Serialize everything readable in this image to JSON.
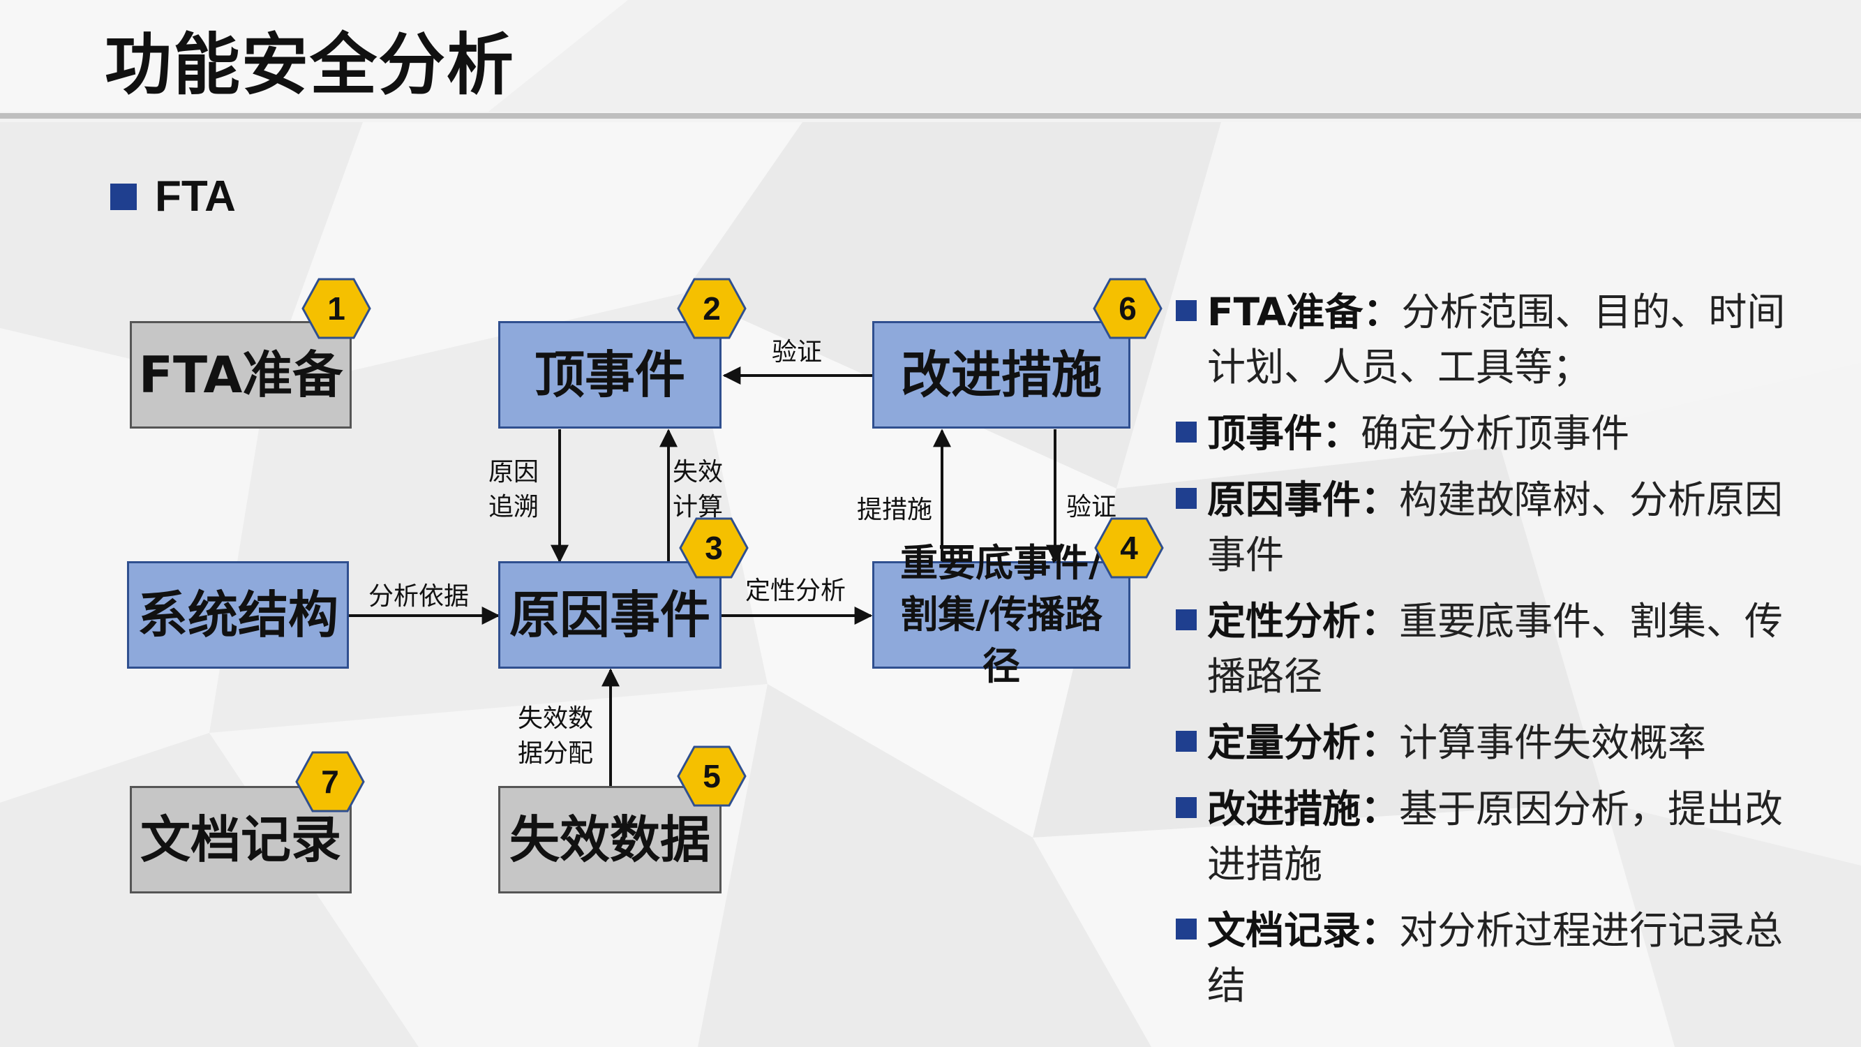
{
  "title": "功能安全分析",
  "section": {
    "label": "FTA"
  },
  "colors": {
    "accent": "#1f3f8f",
    "box_blue": "#8ea9db",
    "box_gray": "#c6c6c6",
    "badge": "#f5c000"
  },
  "diagram": {
    "nodes": {
      "fta_prep": {
        "label": "FTA准备",
        "badge": "1"
      },
      "top_event": {
        "label": "顶事件",
        "badge": "2"
      },
      "cause_event": {
        "label": "原因事件",
        "badge": "3"
      },
      "cut_sets": {
        "label": "重要底事件/割集/传播路径",
        "badge": "4"
      },
      "failure_data": {
        "label": "失效数据",
        "badge": "5"
      },
      "improve": {
        "label": "改进措施",
        "badge": "6"
      },
      "doc": {
        "label": "文档记录",
        "badge": "7"
      },
      "system": {
        "label": "系统结构"
      }
    },
    "edges": {
      "verify_top": "验证",
      "trace": "原因追溯",
      "fail_calc": "失效计算",
      "propose": "提措施",
      "verify_right": "验证",
      "basis": "分析依据",
      "qualitative": "定性分析",
      "fail_dist": "失效数据分配"
    }
  },
  "bullets": [
    {
      "term": "FTA准备：",
      "text": "分析范围、目的、时间计划、人员、工具等；"
    },
    {
      "term": "顶事件：",
      "text": "确定分析顶事件"
    },
    {
      "term": "原因事件：",
      "text": "构建故障树、分析原因事件"
    },
    {
      "term": "定性分析：",
      "text": "重要底事件、割集、传播路径"
    },
    {
      "term": "定量分析：",
      "text": "计算事件失效概率"
    },
    {
      "term": "改进措施：",
      "text": "基于原因分析，提出改进措施"
    },
    {
      "term": "文档记录：",
      "text": "对分析过程进行记录总结"
    }
  ]
}
